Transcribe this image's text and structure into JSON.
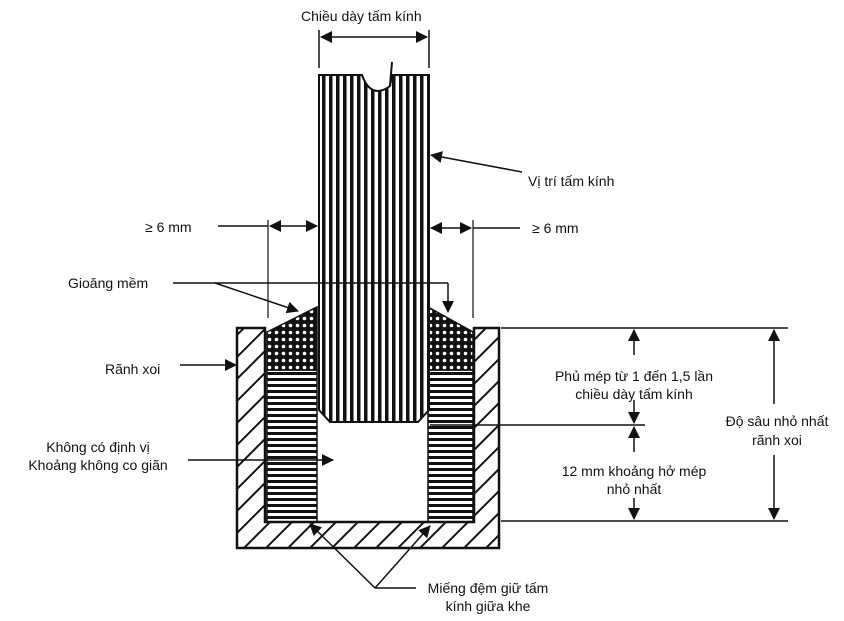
{
  "labels": {
    "glass_thickness": "Chiều dày tấm kính",
    "glass_position": "Vị trí tấm kính",
    "clearance_left": "≥  6 mm",
    "clearance_right": "≥  6 mm",
    "soft_gasket": "Gioăng mềm",
    "channel": "Rãnh xoi",
    "no_setting_line1": "Không có định vị",
    "no_setting_line2": "Khoảng không co giãn",
    "edge_cover_line1": "Phủ mép từ  1 đến 1,5 lần",
    "edge_cover_line2": "chiều dày tấm kính",
    "edge_clearance_line1": "12 mm khoảng hở mép",
    "edge_clearance_line2": "nhỏ nhất",
    "min_depth_line1": "Độ sâu nhỏ nhất",
    "min_depth_line2": "rãnh xoi",
    "spacer_line1": "Miếng đệm giữ tấm",
    "spacer_line2": "kính giữa khe"
  },
  "colors": {
    "ink": "#111111",
    "paper": "#ffffff"
  }
}
